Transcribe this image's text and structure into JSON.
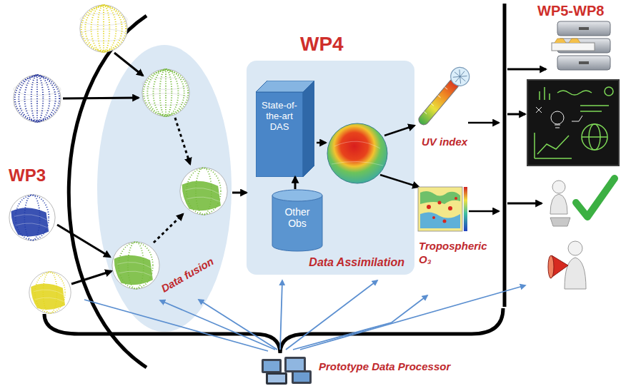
{
  "diagram": {
    "nodes": [
      {
        "text": [
          "Data fusion"
        ]
      },
      {
        "text": [
          "Data Assimilation"
        ]
      },
      {
        "text": [
          "State-of-the-art DAS"
        ],
        "in": 1
      },
      {
        "text": [
          "Other Obs"
        ],
        "in": 1
      }
    ],
    "edges": [
      {
        "from": 0,
        "to": 1,
        "arrow": "to"
      },
      {
        "from": 3,
        "to": 2,
        "arrow": "to"
      }
    ],
    "labels": [
      "WP3",
      "WP4",
      "WP5-WP8",
      "UV index",
      "Tropospheric O₃",
      "Prototype Data Processor"
    ]
  }
}
